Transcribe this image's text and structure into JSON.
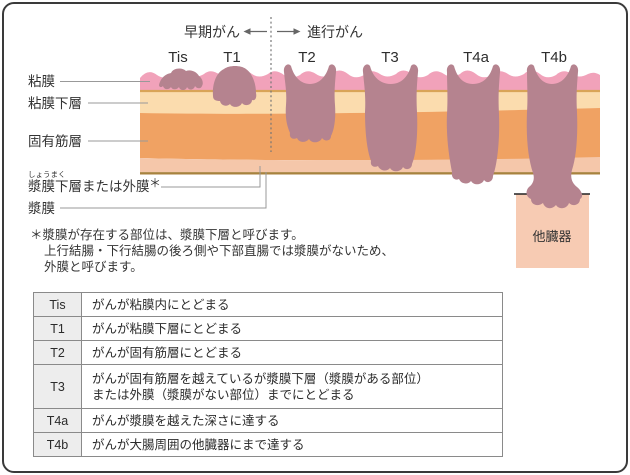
{
  "header": {
    "early_label": "早期がん",
    "advanced_label": "進行がん"
  },
  "stages": [
    "Tis",
    "T1",
    "T2",
    "T3",
    "T4a",
    "T4b"
  ],
  "layer_labels": {
    "mucosa": "粘膜",
    "submucosa": "粘膜下層",
    "muscularis": "固有筋層",
    "subserosa_furigana": "しょうまく",
    "subserosa": "漿膜下層または外膜",
    "subserosa_asterisk": "＊",
    "serosa": "漿膜"
  },
  "other_organ_label": "他臓器",
  "footnote": {
    "marker": "＊",
    "line1": "漿膜が存在する部位は、漿膜下層と呼びます。",
    "line2": "上行結腸・下行結腸の後ろ側や下部直腸では漿膜がないため、",
    "line3": "外膜と呼びます。"
  },
  "table": {
    "rows": [
      {
        "stage": "Tis",
        "desc": "がんが粘膜内にとどまる"
      },
      {
        "stage": "T1",
        "desc": "がんが粘膜下層にとどまる"
      },
      {
        "stage": "T2",
        "desc": "がんが固有筋層にとどまる"
      },
      {
        "stage": "T3",
        "desc": "がんが固有筋層を越えているが漿膜下層（漿膜がある部位）\nまたは外膜（漿膜がない部位）までにとどまる"
      },
      {
        "stage": "T4a",
        "desc": "がんが漿膜を越えた深さに達する"
      },
      {
        "stage": "T4b",
        "desc": "がんが大腸周囲の他臓器にまで達する"
      }
    ]
  },
  "colors": {
    "mucosa": "#F1A2BA",
    "mucosa_line": "#D9A458",
    "submucosa": "#FBDCAE",
    "muscularis": "#F0A263",
    "subserosa": "#F5C7AA",
    "serosa_line": "#A8823E",
    "tumor": "#B5838F",
    "organ_box": "#F7CBB3",
    "table_header_bg": "#EDEDED"
  }
}
